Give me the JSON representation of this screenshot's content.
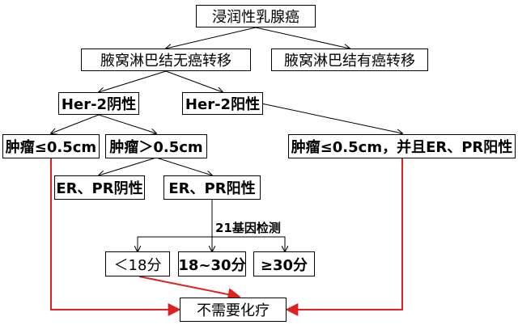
{
  "nodes": {
    "root": "浸润性乳腺癌",
    "ln_neg": "腋窝淋巴结无癌转移",
    "ln_pos": "腋窝淋巴结有癌转移",
    "her2_neg": "Her-2阴性",
    "her2_pos": "Her-2阳性",
    "tumor_le": "肿瘤≤0.5cm",
    "tumor_gt": "肿瘤＞0.5cm",
    "her2pos_condition": "肿瘤≤0.5cm，并且ER、PR阳性",
    "er_pr_neg": "ER、PR阴性",
    "er_pr_pos": "ER、PR阳性",
    "score_low": "＜18分",
    "score_mid": "18~30分",
    "score_high": "≥30分",
    "no_chemo": "不需要化疗"
  },
  "labels": {
    "gene_test": "21基因检测"
  },
  "colors": {
    "line": "#000000",
    "highlight_arrow": "#e02020"
  }
}
